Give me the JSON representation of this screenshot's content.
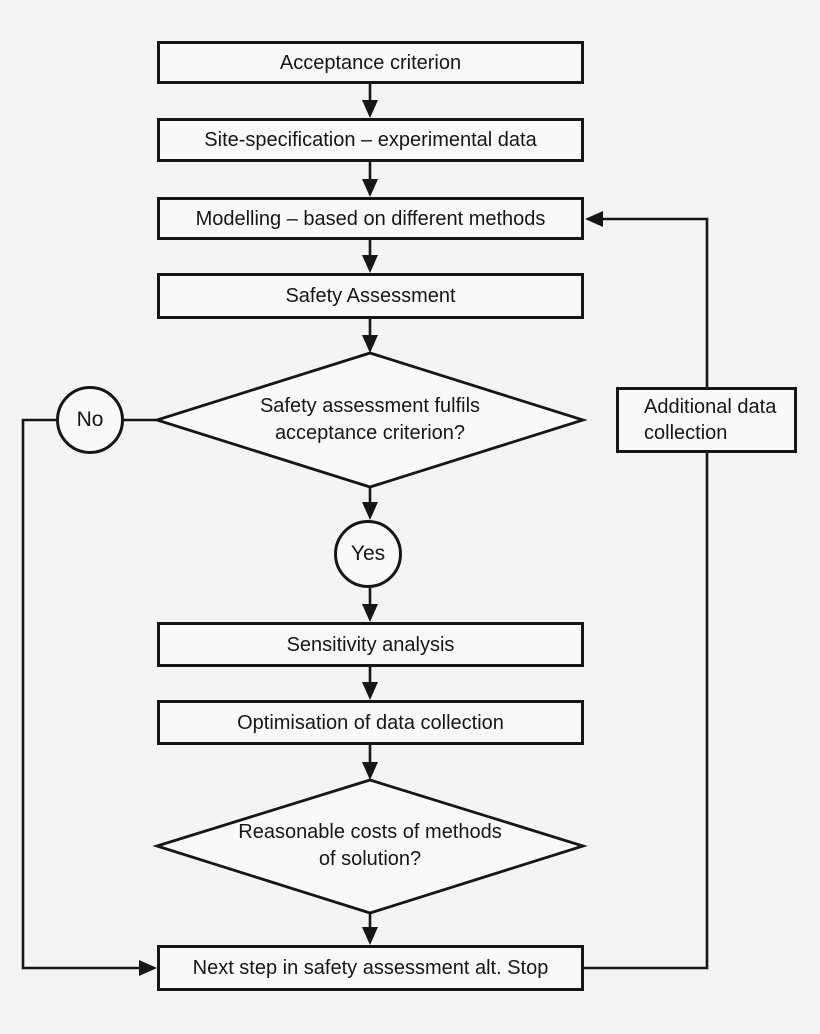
{
  "canvas": {
    "background": "#f4f4f5",
    "node_fill": "#f9f9fa",
    "line_color": "#161616"
  },
  "nodes": {
    "acceptance": {
      "label": "Acceptance criterion"
    },
    "site_spec": {
      "label": "Site-specification – experimental data"
    },
    "modelling": {
      "label": "Modelling – based on different methods"
    },
    "safety_assessment": {
      "label": "Safety Assessment"
    },
    "decision_fulfils": {
      "line1": "Safety assessment fulfils",
      "line2": "acceptance criterion?"
    },
    "no_connector": {
      "label": "No"
    },
    "yes_connector": {
      "label": "Yes"
    },
    "sensitivity": {
      "label": "Sensitivity analysis"
    },
    "optimisation": {
      "label": "Optimisation of data collection"
    },
    "decision_costs": {
      "line1": "Reasonable costs of methods",
      "line2": "of solution?"
    },
    "next_step": {
      "label": "Next step in safety assessment alt. Stop"
    },
    "additional_data": {
      "line1": "Additional data",
      "line2": "collection"
    }
  }
}
